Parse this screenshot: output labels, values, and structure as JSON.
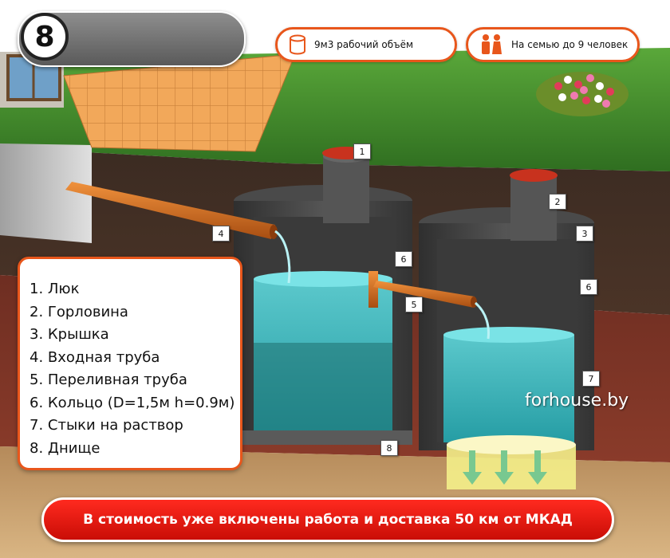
{
  "badge": {
    "number": "8"
  },
  "features": [
    {
      "icon": "cylinder-icon",
      "text": "9м3 рабочий объём"
    },
    {
      "icon": "family-icon",
      "text": "На семью до 9 человек"
    }
  ],
  "legend": [
    "1. Люк",
    "2. Горловина",
    "3. Крышка",
    "4. Входная труба",
    "5. Переливная труба",
    "6. Кольцо (D=1,5м h=0.9м)",
    "7. Стыки на раствор",
    "8. Днище"
  ],
  "callouts": {
    "hatch": "1",
    "neck": "2",
    "lid": "3",
    "inlet_pipe": "4",
    "overflow_pipe": "5",
    "ring": "6",
    "joints": "7",
    "bottom": "8"
  },
  "watermark": "forhouse.by",
  "banner": "В стоимость уже включены работа и доставка 50 км от МКАД",
  "colors": {
    "accent": "#e8561b",
    "pipe": "#d46a1e",
    "water": "#3fc4c9",
    "concrete": "#4a4a4a",
    "grass": "#3f8a2a",
    "banner": "#e01a10"
  }
}
